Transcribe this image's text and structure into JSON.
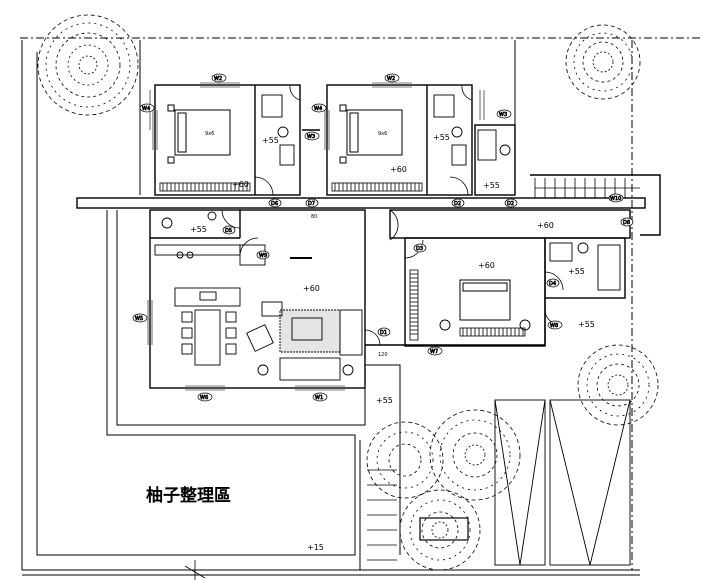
{
  "zone_label": "柚子整理區",
  "elevations": [
    {
      "id": "bed-left",
      "text": "+60"
    },
    {
      "id": "bath-left",
      "text": "+55"
    },
    {
      "id": "bed-right",
      "text": "+60"
    },
    {
      "id": "bath-right",
      "text": "+55"
    },
    {
      "id": "small-right",
      "text": "+55"
    },
    {
      "id": "corridor",
      "text": "+60"
    },
    {
      "id": "wc",
      "text": "+55"
    },
    {
      "id": "living",
      "text": "+60"
    },
    {
      "id": "master",
      "text": "+60"
    },
    {
      "id": "master-bath",
      "text": "+55"
    },
    {
      "id": "side",
      "text": "+55"
    },
    {
      "id": "front",
      "text": "+55"
    },
    {
      "id": "yard",
      "text": "+15"
    }
  ],
  "tags": [
    {
      "id": "w2a",
      "text": "W2"
    },
    {
      "id": "w2b",
      "text": "W2"
    },
    {
      "id": "w3a",
      "text": "W3"
    },
    {
      "id": "w3b",
      "text": "W3"
    },
    {
      "id": "w4a",
      "text": "W4"
    },
    {
      "id": "w4b",
      "text": "W4"
    },
    {
      "id": "w5",
      "text": "W5"
    },
    {
      "id": "w6",
      "text": "W6"
    },
    {
      "id": "w1",
      "text": "W1"
    },
    {
      "id": "w7",
      "text": "W7"
    },
    {
      "id": "w8",
      "text": "W8"
    },
    {
      "id": "d1",
      "text": "D1"
    },
    {
      "id": "d2a",
      "text": "D2"
    },
    {
      "id": "d2b",
      "text": "D2"
    },
    {
      "id": "d3",
      "text": "D3"
    },
    {
      "id": "d4",
      "text": "D4"
    },
    {
      "id": "d5",
      "text": "D5"
    },
    {
      "id": "d6",
      "text": "D6"
    },
    {
      "id": "d7",
      "text": "D7"
    },
    {
      "id": "d8",
      "text": "D8"
    },
    {
      "id": "w9",
      "text": "W9"
    },
    {
      "id": "w10",
      "text": "W10"
    }
  ],
  "bed_labels": [
    {
      "id": "bed1",
      "text": "9x6"
    },
    {
      "id": "bed2",
      "text": "9x6"
    }
  ],
  "dims": [
    {
      "id": "dim1",
      "text": "80"
    },
    {
      "id": "dim2",
      "text": "120"
    }
  ]
}
